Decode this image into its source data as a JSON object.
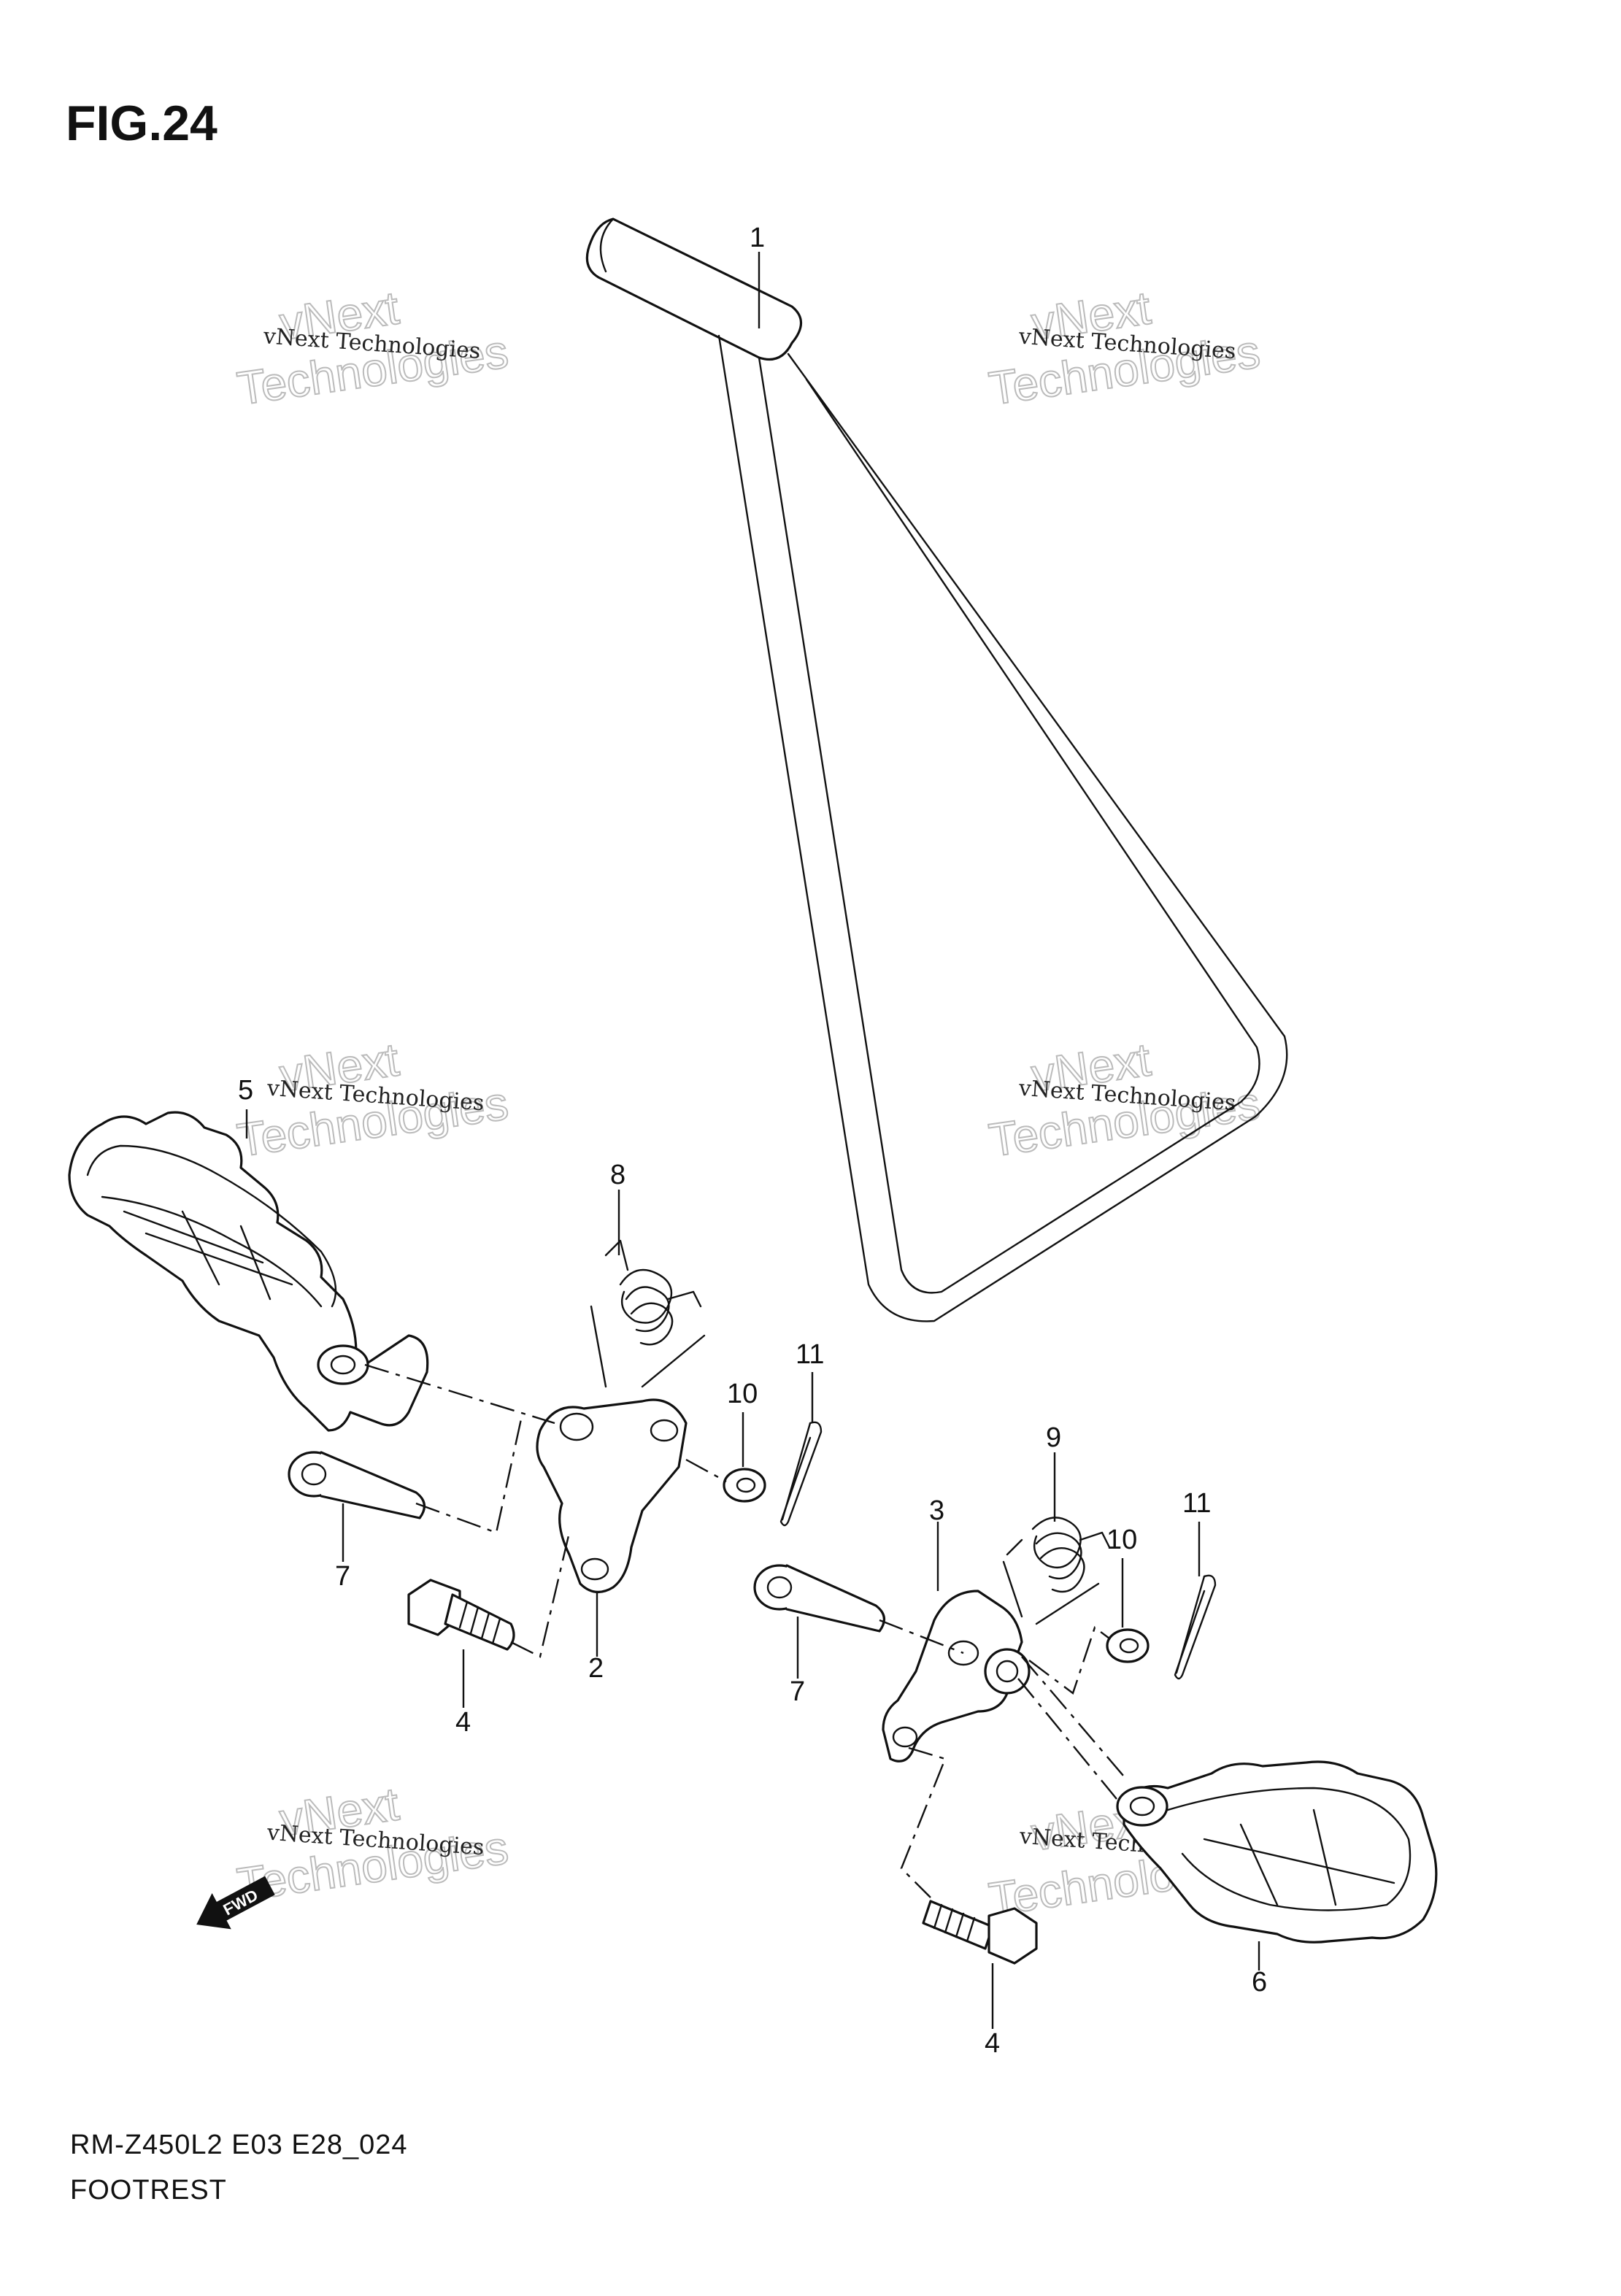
{
  "figure": {
    "title": "FIG.24"
  },
  "footer": {
    "model_code": "RM-Z450L2 E03 E28_024",
    "section_name": "FOOTREST"
  },
  "watermark": {
    "line_small": "vNext Technologies",
    "line_big_1": "vNext",
    "line_big_2": "Technologies"
  },
  "callouts": {
    "c1": "1",
    "c2": "2",
    "c3": "3",
    "c4a": "4",
    "c4b": "4",
    "c5": "5",
    "c6": "6",
    "c7a": "7",
    "c7b": "7",
    "c8": "8",
    "c9": "9",
    "c10a": "10",
    "c10b": "10",
    "c11a": "11",
    "c11b": "11"
  },
  "fwd_arrow": {
    "label": "FWD"
  }
}
